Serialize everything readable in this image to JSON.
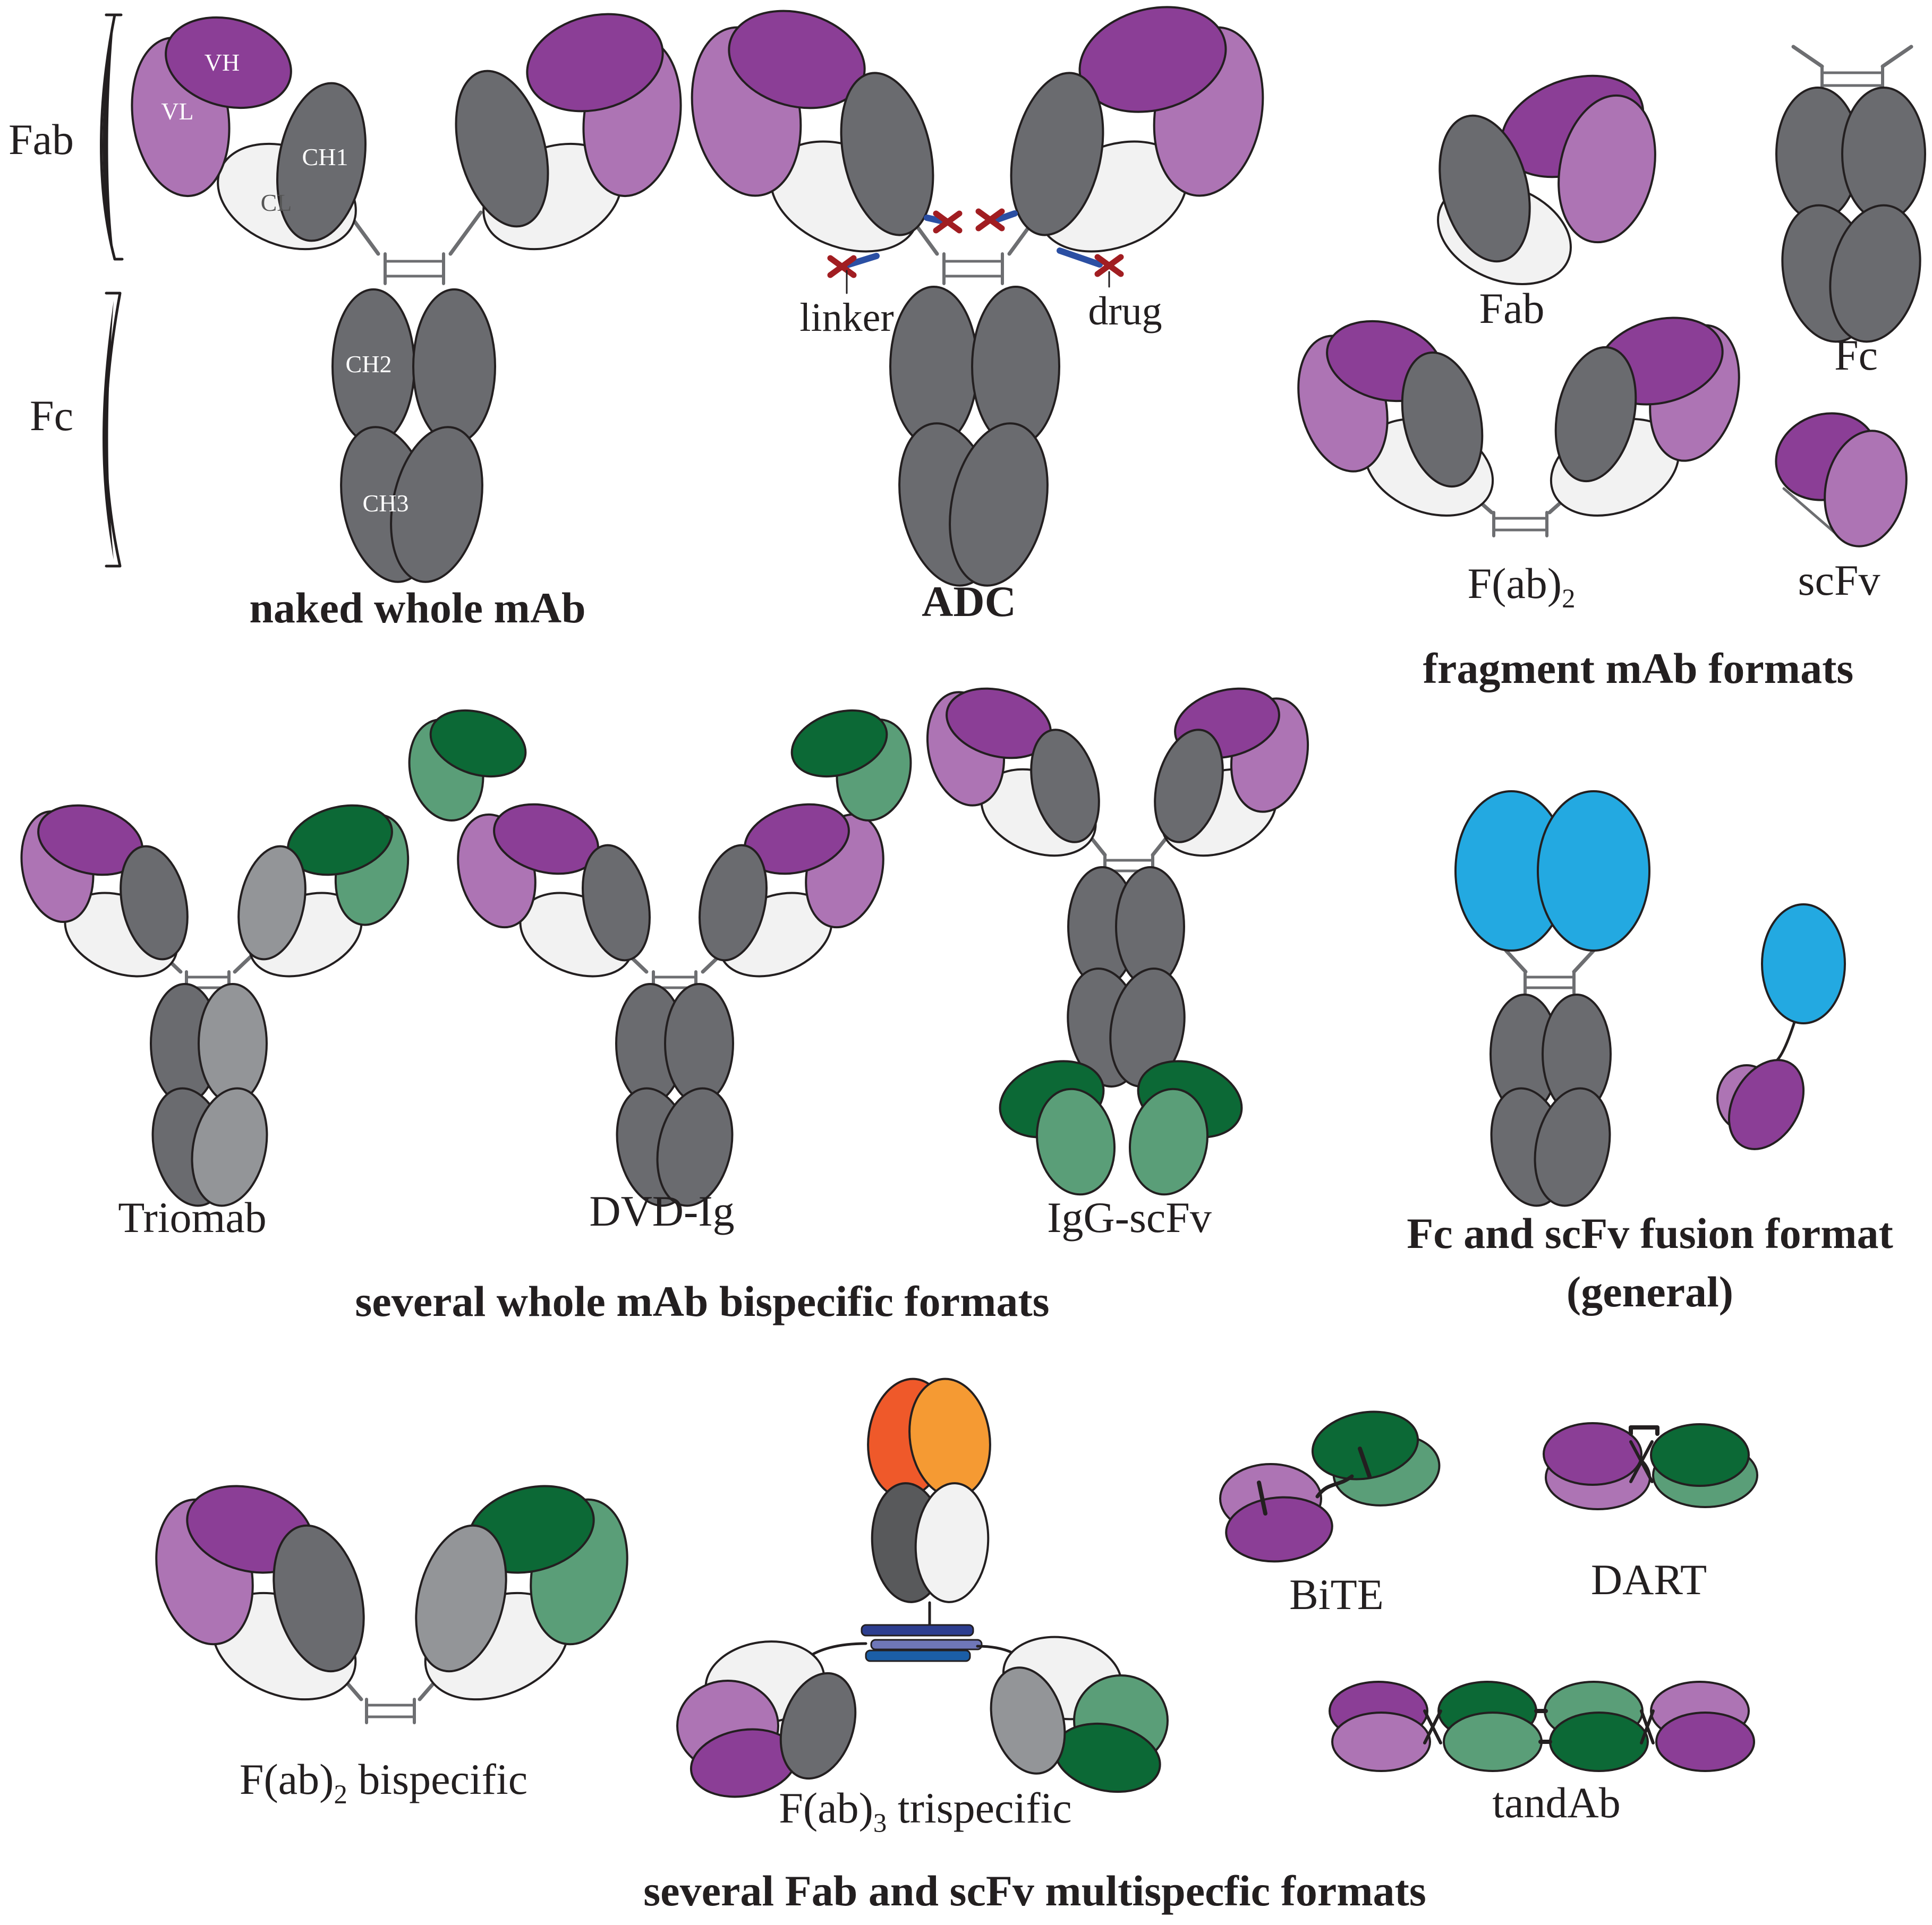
{
  "domains": {
    "vh": "VH",
    "vl": "VL",
    "ch1": "CH1",
    "cl": "CL",
    "ch2": "CH2",
    "ch3": "CH3"
  },
  "side_labels": {
    "fab": "Fab",
    "fc": "Fc"
  },
  "adc_annotations": {
    "linker": "linker",
    "drug": "drug"
  },
  "fragments": {
    "fab": "Fab",
    "fc": "Fc",
    "fab2": "F(ab)",
    "fab2_sub": "2",
    "scfv": "scFv"
  },
  "bispecific": {
    "triomab": "Triomab",
    "dvd_ig": "DVD-Ig",
    "igg_scfv": "IgG-scFv"
  },
  "multispecific": {
    "fab2_bispecific_a": "F(ab)",
    "fab2_bispecific_sub": "2",
    "fab2_bispecific_b": " bispecific",
    "fab3_trispecific_a": "F(ab)",
    "fab3_trispecific_sub": "3",
    "fab3_trispecific_b": " trispecific",
    "bite": "BiTE",
    "dart": "DART",
    "tandab": "tandAb"
  },
  "sections": {
    "naked": "naked whole mAb",
    "adc": "ADC",
    "fragment": "fragment mAb formats",
    "bispecific": "several whole mAb bispecific formats",
    "fusion_line1": "Fc and scFv fusion format",
    "fusion_line2": "(general)",
    "multispecific": "several Fab and scFv multispecfic formats"
  },
  "colors": {
    "vh_purple": "#8B3E96",
    "vl_purple": "#AD74B4",
    "heavy_gray": "#6A6B6F",
    "light_chain": "#F2F2F2",
    "light_gray": "#939598",
    "dark_green": "#0C6936",
    "light_green": "#5A9E78",
    "blue": "#23A9E1",
    "orange_red": "#EF592A",
    "orange": "#F59A33",
    "linker_blue": "#2B4FA3",
    "drug_red": "#A11D21",
    "hinge": "#6D6E71",
    "outline": "#231F20"
  }
}
